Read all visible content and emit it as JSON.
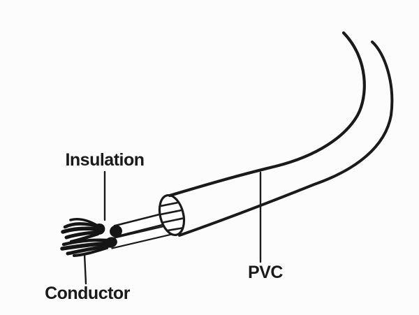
{
  "diagram": {
    "type": "cable-anatomy-illustration",
    "background_color": "#fcfcfc",
    "ink_color": "#1a1a1a",
    "labels": {
      "insulation": "Insulation",
      "conductor": "Conductor",
      "pvc": "PVC"
    }
  }
}
